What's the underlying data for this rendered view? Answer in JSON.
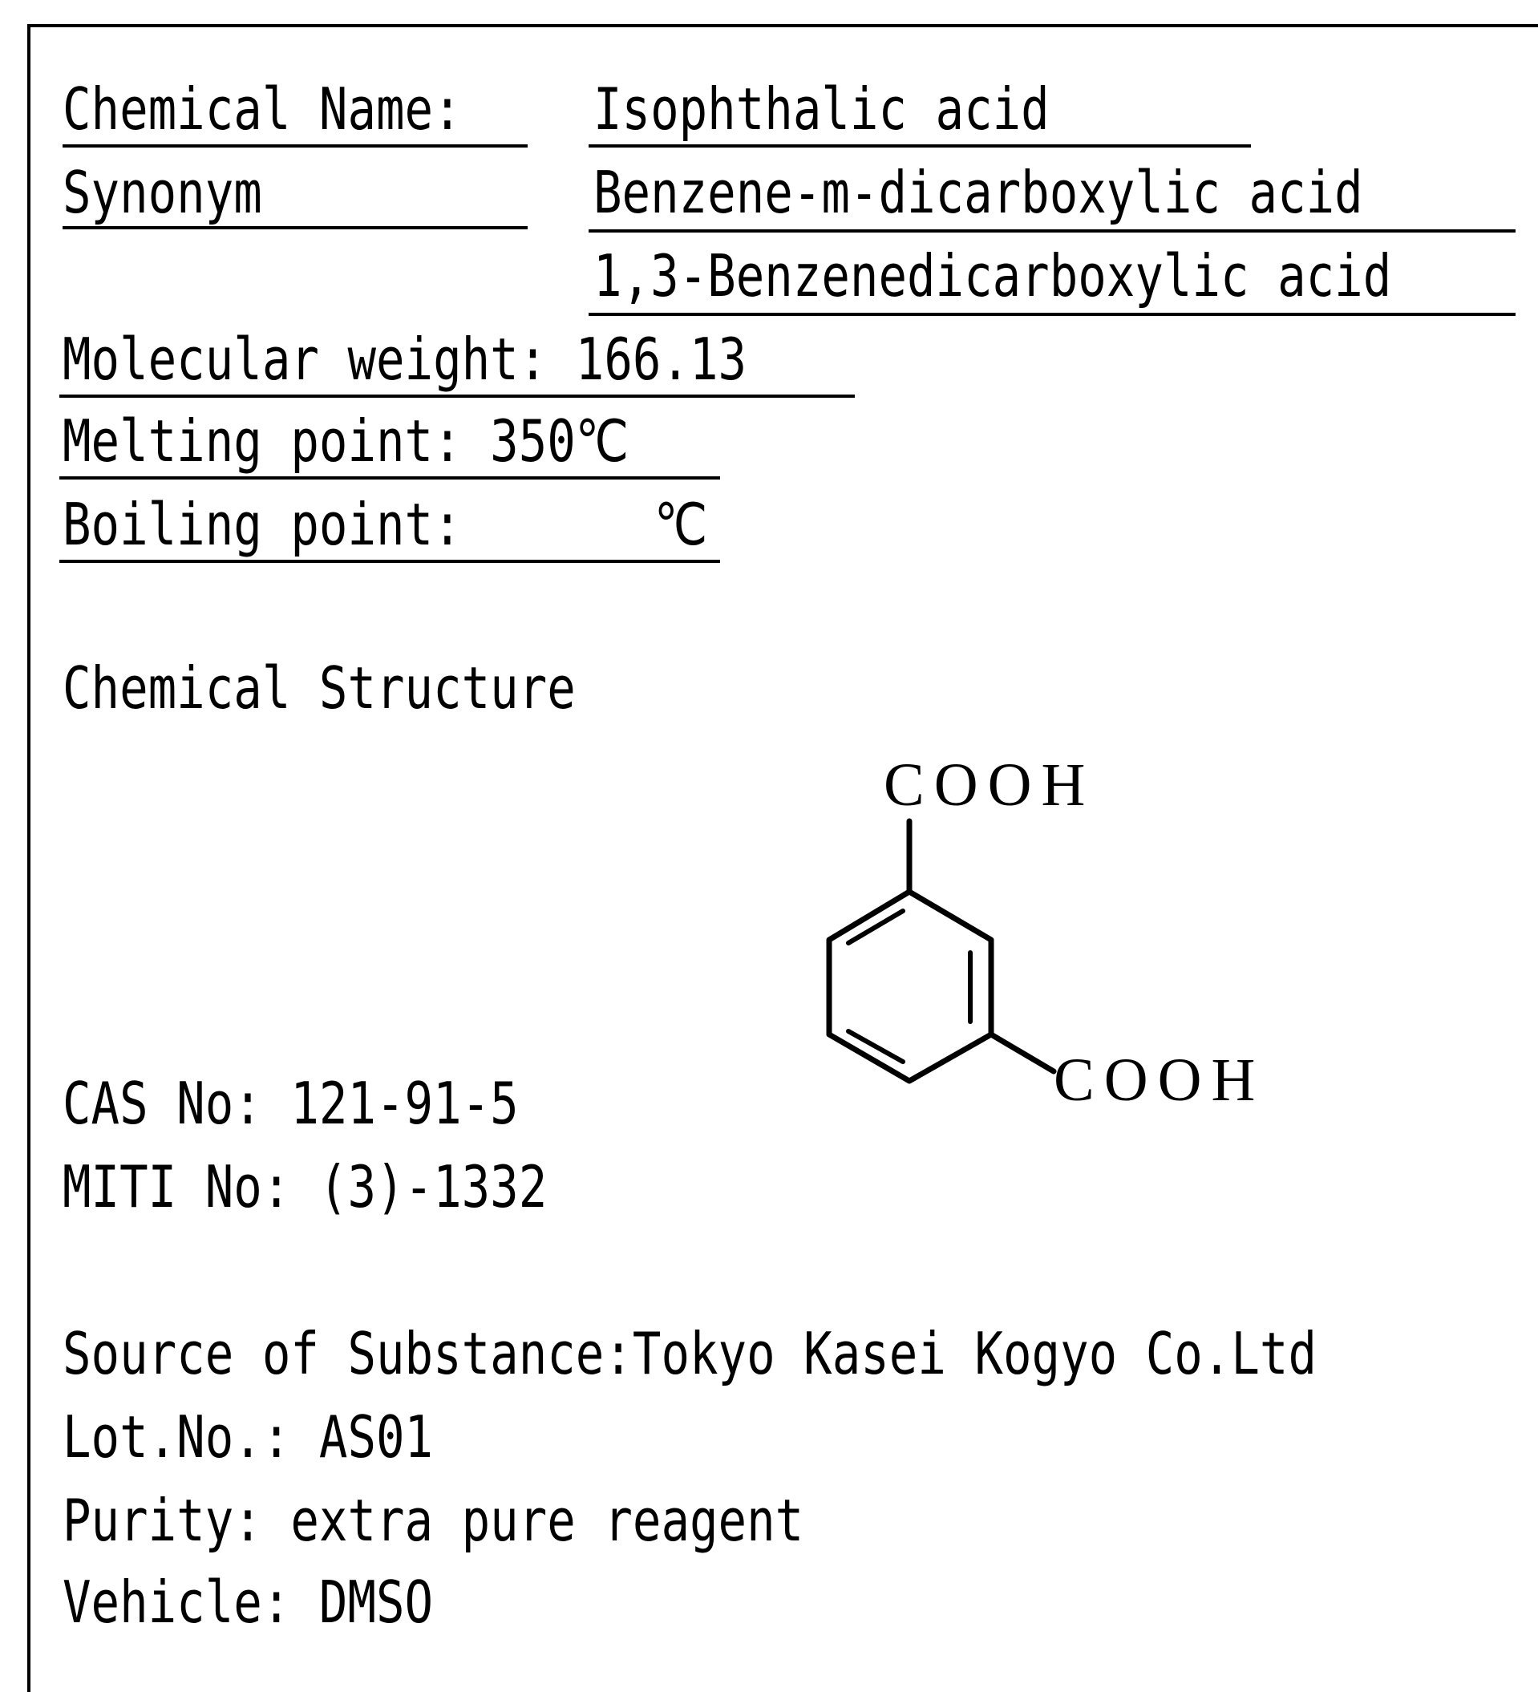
{
  "fields": {
    "chemical_name_label": "Chemical Name:",
    "chemical_name_value": "Isophthalic acid",
    "synonym_label": "Synonym",
    "synonym_value_1": "Benzene-m-dicarboxylic acid",
    "synonym_value_2": "1,3-Benzenedicarboxylic acid",
    "molecular_weight": "Molecular weight: 166.13",
    "melting_point": "Melting point: 350℃",
    "boiling_point_label": "Boiling point:",
    "boiling_point_unit": "℃"
  },
  "structure": {
    "heading": "Chemical Structure",
    "group_top": "COOH",
    "group_right": "COOH"
  },
  "identifiers": {
    "cas": "CAS No: 121-91-5",
    "miti": "MITI No: (3)-1332"
  },
  "source": {
    "substance": "Source of Substance:Tokyo Kasei Kogyo Co.Ltd",
    "lot": "Lot.No.: AS01",
    "purity": "Purity: extra pure reagent",
    "vehicle": "Vehicle: DMSO"
  }
}
